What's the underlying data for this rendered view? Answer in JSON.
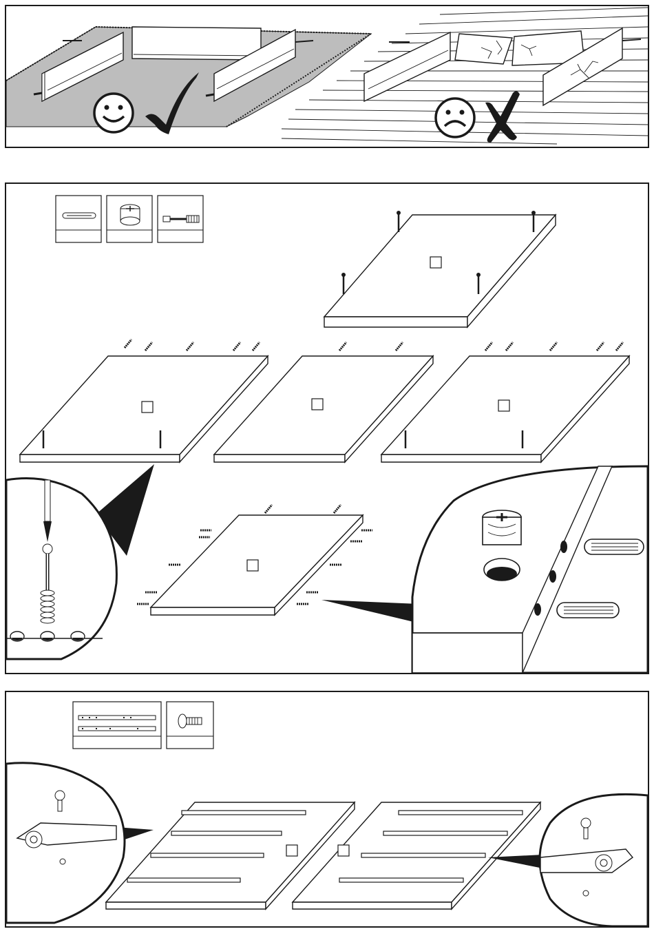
{
  "panels": {
    "step_1": {
      "name": "floor-protection-guidance",
      "items": [
        "correct-carpet-assembly",
        "incorrect-hard-floor-assembly"
      ]
    },
    "step_2": {
      "name": "dowel-and-cam-assembly",
      "hardware": [
        {
          "icon": "wooden-dowel-icon",
          "label": ""
        },
        {
          "icon": "cam-lock-icon",
          "label": ""
        },
        {
          "icon": "cam-bolt-icon",
          "label": ""
        }
      ],
      "part_labels": [
        "",
        "",
        "",
        "",
        ""
      ]
    },
    "step_3": {
      "name": "drawer-runner-assembly",
      "hardware": [
        {
          "icon": "drawer-runner-icon",
          "label": ""
        },
        {
          "icon": "screw-icon",
          "label": ""
        }
      ],
      "part_labels": [
        "",
        ""
      ]
    }
  },
  "colors": {
    "ink": "#1a1a1a",
    "paper": "#ffffff",
    "tone": "#b9b9b9"
  }
}
